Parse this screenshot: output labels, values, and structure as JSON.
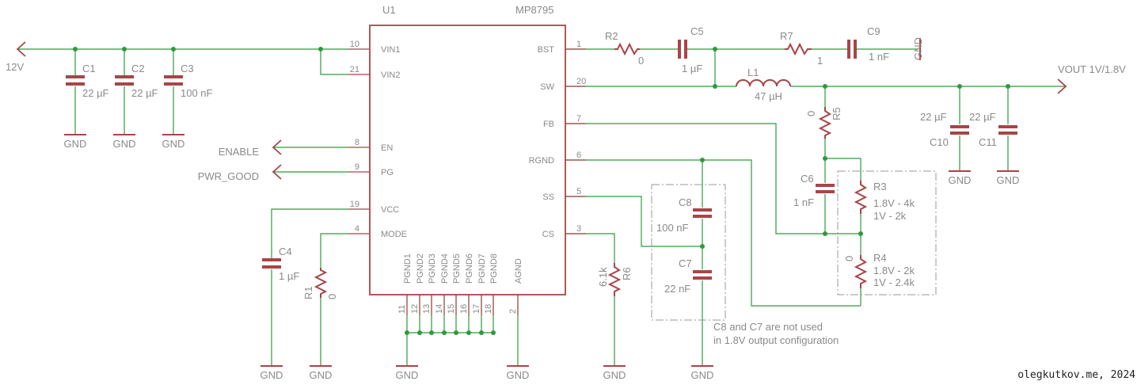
{
  "colors": {
    "wire": "#2f9a3c",
    "part": "#a84548",
    "text": "#8a8a8a",
    "frame": "#9a9a9a",
    "dot": "#2f9a3c",
    "credit": "#222222"
  },
  "ic": {
    "ref": "U1",
    "value": "MP8795",
    "left_pins": [
      {
        "num": "10",
        "name": "VIN1"
      },
      {
        "num": "21",
        "name": "VIN2"
      },
      {
        "num": "8",
        "name": "EN"
      },
      {
        "num": "9",
        "name": "PG"
      },
      {
        "num": "19",
        "name": "VCC"
      },
      {
        "num": "4",
        "name": "MODE"
      }
    ],
    "right_pins": [
      {
        "num": "1",
        "name": "BST"
      },
      {
        "num": "20",
        "name": "SW"
      },
      {
        "num": "7",
        "name": "FB"
      },
      {
        "num": "6",
        "name": "RGND"
      },
      {
        "num": "5",
        "name": "SS"
      },
      {
        "num": "3",
        "name": "CS"
      }
    ],
    "bottom_pins": [
      {
        "num": "11",
        "name": "PGND1"
      },
      {
        "num": "12",
        "name": "PGND2"
      },
      {
        "num": "13",
        "name": "PGND3"
      },
      {
        "num": "14",
        "name": "PGND4"
      },
      {
        "num": "15",
        "name": "PGND5"
      },
      {
        "num": "16",
        "name": "PGND6"
      },
      {
        "num": "17",
        "name": "PGND7"
      },
      {
        "num": "18",
        "name": "PGND8"
      },
      {
        "num": "2",
        "name": "AGND"
      }
    ]
  },
  "nets": {
    "vin": "12V",
    "vout": "VOUT 1V/1.8V",
    "enable": "ENABLE",
    "pwr_good": "PWR_GOOD",
    "gnd": "GND"
  },
  "components": {
    "c1": {
      "ref": "C1",
      "value": "22 µF"
    },
    "c2": {
      "ref": "C2",
      "value": "22 µF"
    },
    "c3": {
      "ref": "C3",
      "value": "100 nF"
    },
    "c4": {
      "ref": "C4",
      "value": "1 µF"
    },
    "r1": {
      "ref": "R1",
      "value": "0"
    },
    "r2": {
      "ref": "R2",
      "value": "0"
    },
    "c5": {
      "ref": "C5",
      "value": "1 µF"
    },
    "r7": {
      "ref": "R7",
      "value": "1"
    },
    "c9": {
      "ref": "C9",
      "value": "1 nF"
    },
    "l1": {
      "ref": "L1",
      "value": "47 µH"
    },
    "r5": {
      "ref": "R5",
      "value": "0"
    },
    "c6": {
      "ref": "C6",
      "value": "1 nF"
    },
    "r3": {
      "ref": "R3",
      "value_line1": "1.8V - 4k",
      "value_line2": "1V - 2k"
    },
    "r4": {
      "ref": "R4",
      "value": "0",
      "value_line1": "1.8V - 2k",
      "value_line2": "1V - 2.4k"
    },
    "r6": {
      "ref": "R6",
      "value": "6.1k"
    },
    "c8": {
      "ref": "C8",
      "value": "100 nF"
    },
    "c7": {
      "ref": "C7",
      "value": "22 nF"
    },
    "c10": {
      "ref": "C10",
      "value": "22 µF"
    },
    "c11": {
      "ref": "C11",
      "value": "22 µF"
    }
  },
  "notes": {
    "line1": "C8 and C7 are not used",
    "line2": "in 1.8V output configuration"
  },
  "credit": "olegkutkov.me, 2024"
}
